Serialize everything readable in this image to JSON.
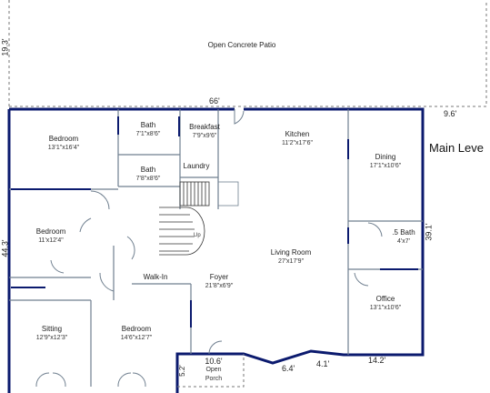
{
  "level_title": "Main Leve",
  "rooms": {
    "patio": {
      "name": "Open Concrete Patio",
      "dims": ""
    },
    "bedroom1": {
      "name": "Bedroom",
      "dims": "13'1\"x16'4\""
    },
    "bath1": {
      "name": "Bath",
      "dims": "7'1\"x8'6\""
    },
    "breakfast": {
      "name": "Breakfast",
      "dims": "7'9\"x9'6\""
    },
    "kitchen": {
      "name": "Kitchen",
      "dims": "11'2\"x17'6\""
    },
    "dining": {
      "name": "Dining",
      "dims": "17'1\"x10'6\""
    },
    "bath2": {
      "name": "Bath",
      "dims": "7'8\"x8'6\""
    },
    "laundry": {
      "name": "Laundry",
      "dims": ""
    },
    "bedroom2": {
      "name": "Bedroom",
      "dims": "11'x12'4\""
    },
    "half_bath": {
      "name": ".5 Bath",
      "dims": "4'x7'"
    },
    "living": {
      "name": "Living Room",
      "dims": "27'x17'9\""
    },
    "walkin": {
      "name": "Walk-In",
      "dims": ""
    },
    "foyer": {
      "name": "Foyer",
      "dims": "21'8\"x6'9\""
    },
    "office": {
      "name": "Office",
      "dims": "13'1\"x10'6\""
    },
    "sitting": {
      "name": "Sitting",
      "dims": "12'9\"x12'3\""
    },
    "bedroom3": {
      "name": "Bedroom",
      "dims": "14'6\"x12'7\""
    },
    "porch": {
      "name": "Open Porch",
      "dims": "10.6'"
    }
  },
  "dimensions": {
    "patio_depth": "19.3'",
    "top_width": "66'",
    "right_offset": "9.6'",
    "left_depth": "44.3'",
    "right_depth": "39.1'",
    "porch_depth": "5.2'",
    "front_a": "6.4'",
    "front_b": "4.1'",
    "front_c": "14.2'"
  },
  "stair_label": "Up",
  "colors": {
    "wall": "#0b1a6e",
    "thin_wall": "#6f7f8f",
    "floor": "#ffffff",
    "dashed": "#777777"
  }
}
